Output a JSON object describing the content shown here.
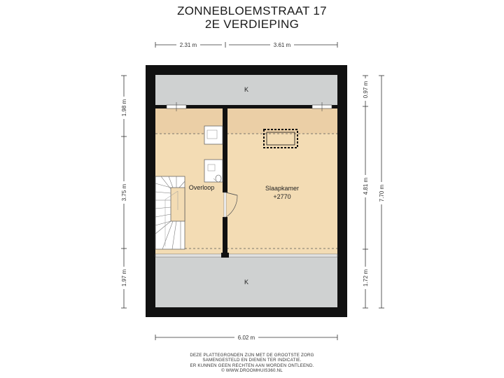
{
  "title": {
    "line1": "ZONNEBLOEMSTRAAT 17",
    "line2": "2E VERDIEPING"
  },
  "dimensions": {
    "top_left": "2.31 m",
    "top_right": "3.61 m",
    "bottom": "6.02 m",
    "left_top": "1.98 m",
    "left_middle": "3.75 m",
    "left_bottom": "1.97 m",
    "right_top": "0.97 m",
    "right_middle": "4.81 m",
    "right_bottom": "1.72 m",
    "right_total": "7.70 m"
  },
  "rooms": {
    "roof_top": "K",
    "roof_bottom": "K",
    "landing": "Overloop",
    "bedroom": "Slaapkamer",
    "bedroom_height": "+2770"
  },
  "disclaimer": {
    "line1": "DEZE PLATTEGRONDEN ZIJN MET DE GROOTSTE ZORG",
    "line2": "SAMENGESTELD EN DIENEN TER INDICATIE.",
    "line3": "ER KUNNEN GEEN RECHTEN AAN WORDEN ONTLEEND.",
    "line4": "© WWW.DROOMHUIS360.NL"
  },
  "colors": {
    "wall": "#111111",
    "floor": "#f3dcb4",
    "attic_band": "#ebcfa6",
    "roof_area": "#cfd1d1",
    "dim_line": "#333333"
  }
}
